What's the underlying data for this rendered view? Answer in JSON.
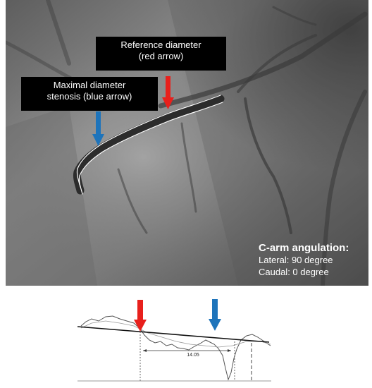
{
  "reference_label": [
    "Reference diameter",
    "(red arrow)"
  ],
  "stenosis_label": [
    "Maximal diameter",
    "stenosis (blue arrow)"
  ],
  "c_arm": {
    "title": "C-arm angulation:",
    "line1": "Lateral: 90 degree",
    "line2": "Caudal: 0 degree"
  },
  "profile": {
    "measurement": "14.05"
  },
  "colors": {
    "red_arrow": "#e8201c",
    "blue_arrow": "#1e74bb"
  }
}
